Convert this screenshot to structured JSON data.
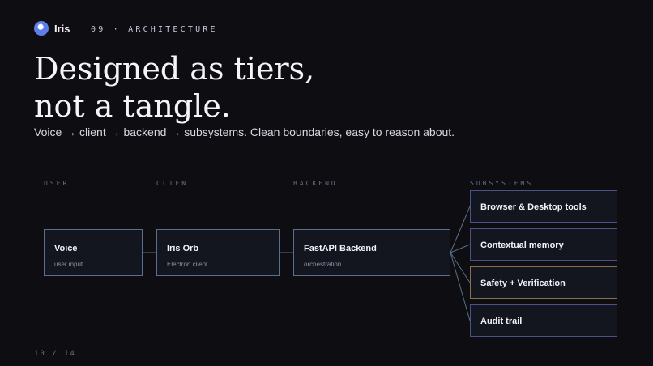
{
  "header": {
    "brand": "Iris",
    "section": "09 · ARCHITECTURE"
  },
  "slide": {
    "headline_line1": "Designed as tiers,",
    "headline_line2": "not a tangle.",
    "subtitle": "Voice → client → backend → subsystems. Clean boundaries, easy to reason about."
  },
  "columns": {
    "user": "USER",
    "client": "CLIENT",
    "backend": "BACKEND",
    "subsystems": "SUBSYSTEMS"
  },
  "nodes": {
    "voice": {
      "title": "Voice",
      "sub": "user input"
    },
    "orb": {
      "title": "Iris Orb",
      "sub": "Electron client"
    },
    "backend": {
      "title": "FastAPI Backend",
      "sub": "orchestration"
    }
  },
  "subsystems": [
    {
      "title": "Browser & Desktop tools"
    },
    {
      "title": "Contextual memory"
    },
    {
      "title": "Safety + Verification"
    },
    {
      "title": "Audit trail"
    }
  ],
  "colors": {
    "background": "#0d0d12",
    "node_border": "#5a6f8c",
    "subsystem_border": "#4b5289",
    "safety_border": "#86724a",
    "logo": "#5d7ee8"
  },
  "footer": {
    "page": "10 / 14"
  }
}
